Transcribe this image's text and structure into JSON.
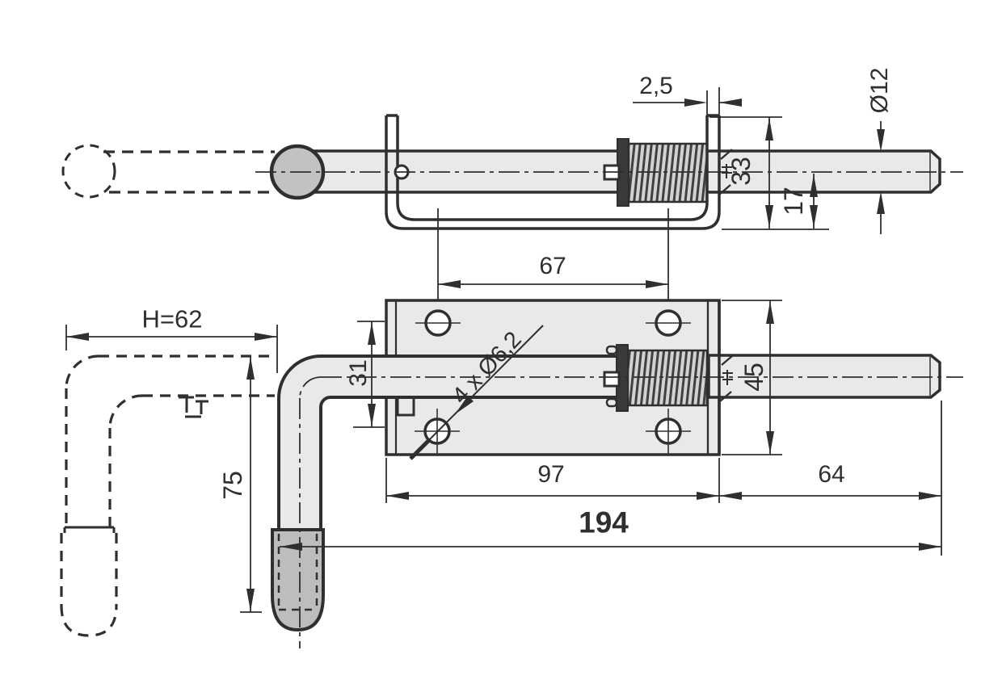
{
  "colors": {
    "line": "#2f2f2f",
    "fill_light": "#e9e9e9",
    "fill_mid": "#c2c2c2",
    "fill_dark": "#3a3a3a",
    "background": "#ffffff"
  },
  "views": {
    "side": {
      "labels": {
        "bracket_wall_thickness": "2,5",
        "bolt_diameter": "Ø12",
        "bracket_height": "33",
        "center_offset": "17"
      }
    },
    "plan": {
      "labels": {
        "hole_spacing": "67",
        "hole_note": "4 x Ø6,2",
        "plate_height": "45",
        "bend_offset": "31",
        "handle_height": "H=62",
        "handle_drop": "75",
        "plate_width": "97",
        "bolt_travel": "64",
        "overall_length": "194"
      }
    }
  }
}
